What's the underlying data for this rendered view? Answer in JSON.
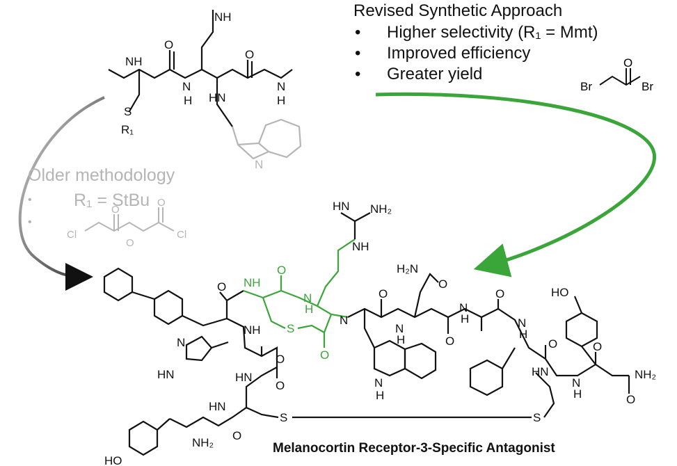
{
  "revised": {
    "heading": "Revised Synthetic Approach",
    "bullets": [
      "Higher selectivity (R₁ = Mmt)",
      "Improved efficiency",
      "Greater yield"
    ]
  },
  "older": {
    "heading": "Older methodology",
    "bullets": [
      "R₁ = StBu",
      ""
    ]
  },
  "caption": "Melanocortin Receptor-3-Specific Antagonist",
  "colors": {
    "green": "#3aa63a",
    "grey": "#b5b5b5",
    "black": "#111111"
  },
  "atoms": {
    "NH": "NH",
    "N": "N",
    "H": "H",
    "O": "O",
    "S": "S",
    "R1": "R₁",
    "Br": "Br",
    "Cl": "Cl",
    "HN": "HN",
    "NH2": "NH₂",
    "H2N": "H₂N",
    "HO": "HO"
  }
}
